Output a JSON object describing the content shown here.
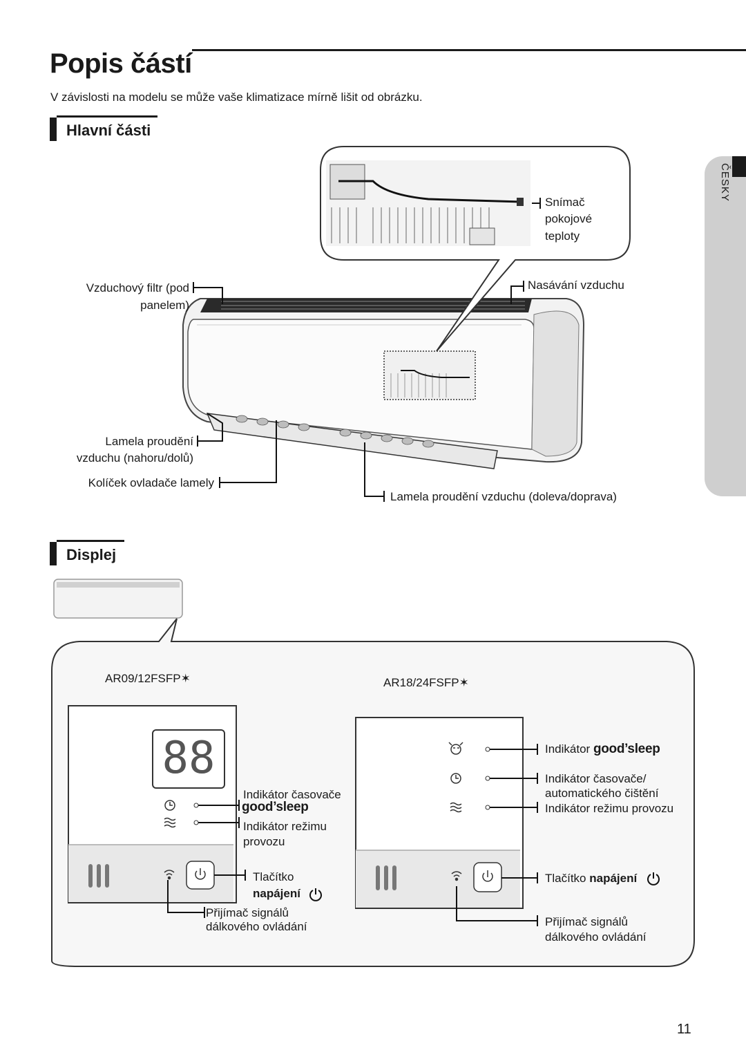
{
  "page": {
    "title": "Popis částí",
    "intro": "V závislosti na modelu se může vaše klimatizace mírně lišit od obrázku.",
    "side_tab": "ČESKY",
    "page_number": "11"
  },
  "main_parts": {
    "heading": "Hlavní části",
    "labels": {
      "sensor_1": "Snímač",
      "sensor_2": "pokojové",
      "sensor_3": "teploty",
      "filter_1": "Vzduchový filtr (pod",
      "filter_2": "panelem)",
      "intake": "Nasávání vzduchu",
      "vane_ud_1": "Lamela proudění",
      "vane_ud_2": "vzduchu (nahoru/dolů)",
      "vane_pin": "Kolíček ovladače lamely",
      "vane_lr": "Lamela proudění vzduchu (doleva/doprava)"
    }
  },
  "display": {
    "heading": "Displej",
    "left": {
      "model": "AR09/12FSFP✶",
      "digits": "88",
      "timer_1": "Indikátor časovače",
      "goodsleep": "good’sleep",
      "mode_1": "Indikátor režimu",
      "mode_2": "provozu",
      "power_1": "Tlačítko",
      "power_2": "napájení",
      "receiver_1": "Přijímač signálů",
      "receiver_2": "dálkového ovládání"
    },
    "right": {
      "model": "AR18/24FSFP✶",
      "goodsleep_prefix": "Indikátor ",
      "goodsleep": "good’sleep",
      "timer_1": "Indikátor časovače/",
      "timer_2": "automatického čištění",
      "mode": "Indikátor režimu provozu",
      "power_prefix": "Tlačítko ",
      "power_bold": "napájení",
      "receiver_1": "Přijímač signálů",
      "receiver_2": "dálkového ovládání"
    }
  },
  "icons": {
    "power": "power-icon",
    "signal": "wifi-receiver-icon",
    "timer": "clock-icon",
    "mode": "wave-mode-icon",
    "sleep": "sleep-face-icon"
  }
}
